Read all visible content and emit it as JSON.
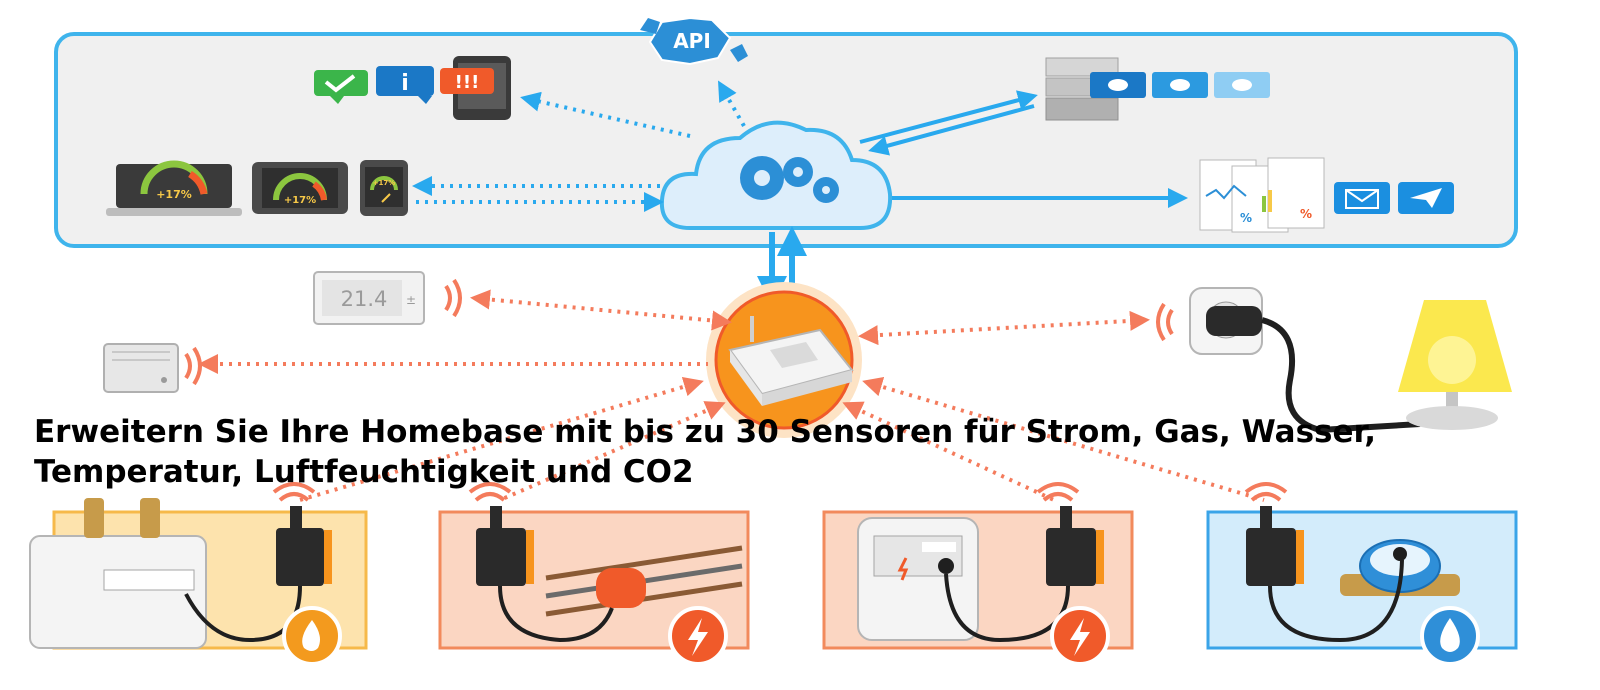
{
  "diagram": {
    "api_label": "API",
    "gauge_readout": "+17%",
    "thermostat_value": "21.4",
    "thermostat_symbol": "±"
  },
  "headline": {
    "line1": "Erweitern Sie Ihre Homebase mit bis zu 30 Sensoren für Strom, Gas, Wasser,",
    "line2": "Temperatur, Luftfeuchtigkeit und CO2"
  },
  "sensor_cards": [
    {
      "type": "gas",
      "icon": "flame-icon",
      "background": "#fde3ad",
      "border": "#f6b94a",
      "badge": "#f39a1e"
    },
    {
      "type": "electricity-clamp",
      "icon": "lightning-icon",
      "background": "#fbd6c2",
      "border": "#f28a5c",
      "badge": "#f05a2a"
    },
    {
      "type": "electricity-meter",
      "icon": "lightning-icon",
      "background": "#fbd6c2",
      "border": "#f28a5c",
      "badge": "#f05a2a"
    },
    {
      "type": "water",
      "icon": "water-drop-icon",
      "background": "#d3ecfb",
      "border": "#3aa4e8",
      "badge": "#2f8fd8"
    }
  ],
  "colors": {
    "cloud_panel_bg": "#f0f0f0",
    "cloud_panel_border": "#3fb4ec",
    "cloud_link": "#29a9ee",
    "wireless_link": "#f47b5c",
    "hub_orange": "#f7941d"
  }
}
